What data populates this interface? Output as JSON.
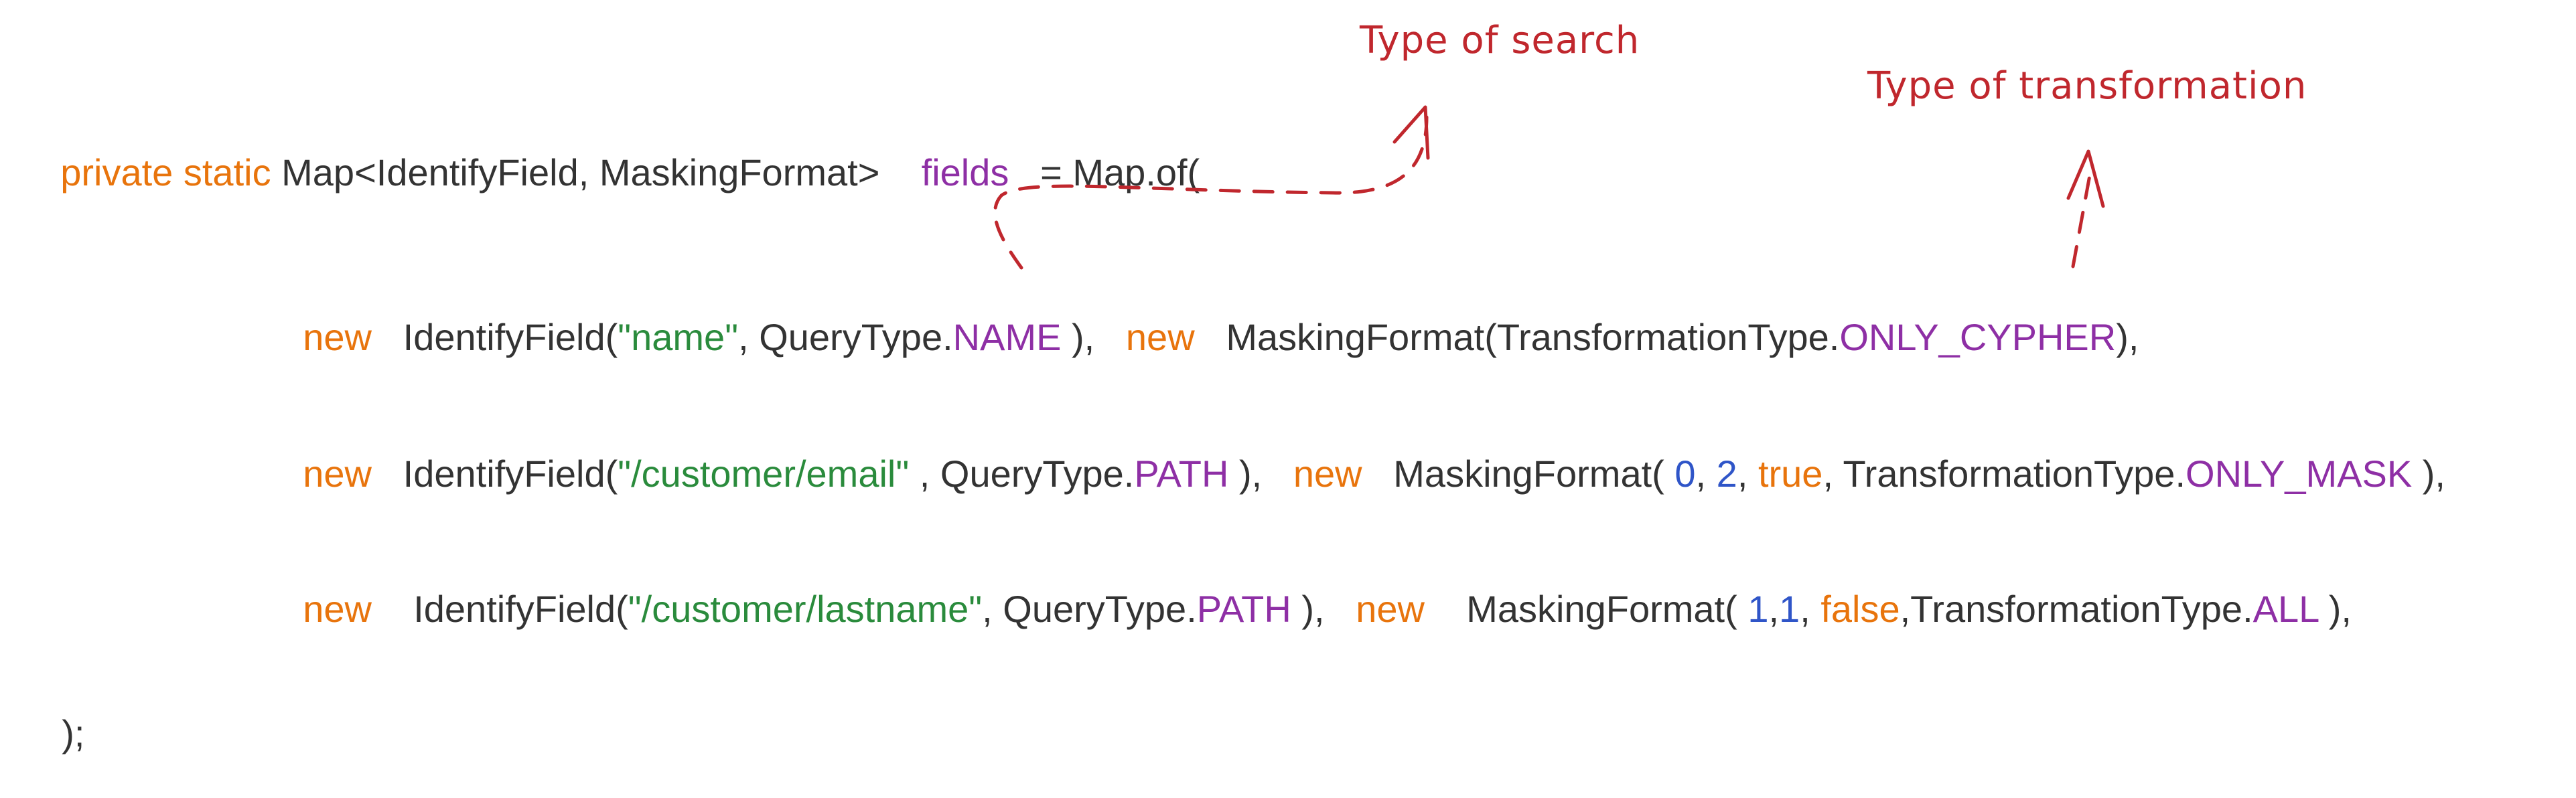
{
  "colors": {
    "keyword": "#e8740c",
    "string": "#2a8b3c",
    "enum": "#8e2fa5",
    "number": "#2f55c8",
    "text": "#333333",
    "annotation": "#c0272d"
  },
  "annotations": {
    "search": "Type of search",
    "transformation": "Type of transformation"
  },
  "code": {
    "line1": {
      "kw": "private static",
      "type": "Map<IdentifyField, MaskingFormat>",
      "var": "fields",
      "rest": "= Map.of("
    },
    "line2": {
      "kw1": "new",
      "t1": "IdentifyField(",
      "s1": "\"name\"",
      "t2": ", QueryType.",
      "e1": "NAME",
      "t3": " ),",
      "kw2": "new",
      "t4": "MaskingFormat(TransformationType.",
      "e2": "ONLY_CYPHER",
      "t5": "),"
    },
    "line3": {
      "kw1": "new",
      "t1": "IdentifyField(",
      "s1": "\"/customer/email\"",
      "t2": " , QueryType.",
      "e1": "PATH",
      "t3": " ),",
      "kw2": "new",
      "t4": "MaskingFormat(",
      "n1": "0",
      "c1": ",",
      "n2": "2",
      "c2": ",",
      "b1": "true",
      "c3": ",",
      "t5": "TransformationType.",
      "e2": "ONLY_MASK",
      "t6": " ),"
    },
    "line4": {
      "kw1": "new",
      "t1": "IdentifyField(",
      "s1": "\"/customer/lastname\"",
      "t2": ", QueryType.",
      "e1": "PATH",
      "t3": " ),",
      "kw2": "new",
      "t4": "MaskingFormat(",
      "n1": "1",
      "c1": ",",
      "n2": "1",
      "c2": ",",
      "b1": "false",
      "c3": ",",
      "t5": "TransformationType.",
      "e2": "ALL",
      "t6": " ),"
    },
    "line5": ");"
  }
}
